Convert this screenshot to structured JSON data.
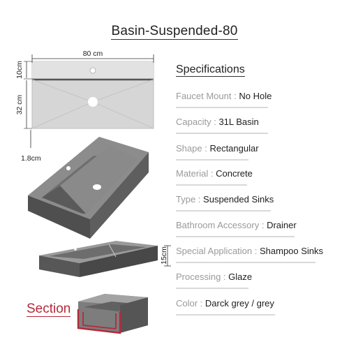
{
  "title": "Basin-Suspended-80",
  "dimensions": {
    "width": "80 cm",
    "top_depth": "10cm",
    "body_depth": "32 cm",
    "thickness": "1.8cm",
    "height": "15cm"
  },
  "specifications_heading": "Specifications",
  "specs": [
    {
      "key": "Faucet Mount :",
      "value": "No Hole"
    },
    {
      "key": "Capacity :",
      "value": "31L Basin"
    },
    {
      "key": "Shape :",
      "value": "Rectangular"
    },
    {
      "key": "Material :",
      "value": "Concrete"
    },
    {
      "key": "Type :",
      "value": "Suspended Sinks"
    },
    {
      "key": "Bathroom Accessory :",
      "value": "Drainer"
    },
    {
      "key": "Special Application :",
      "value": "Shampoo Sinks"
    },
    {
      "key": "Processing :",
      "value": "Glaze"
    },
    {
      "key": "Color :",
      "value": "Darck grey / grey"
    }
  ],
  "section_label": "Section",
  "colors": {
    "accent": "#b52a3a",
    "concrete_dark": "#555555",
    "concrete_top": "#8a8a8a",
    "plan_fill": "#d9d9d9"
  }
}
